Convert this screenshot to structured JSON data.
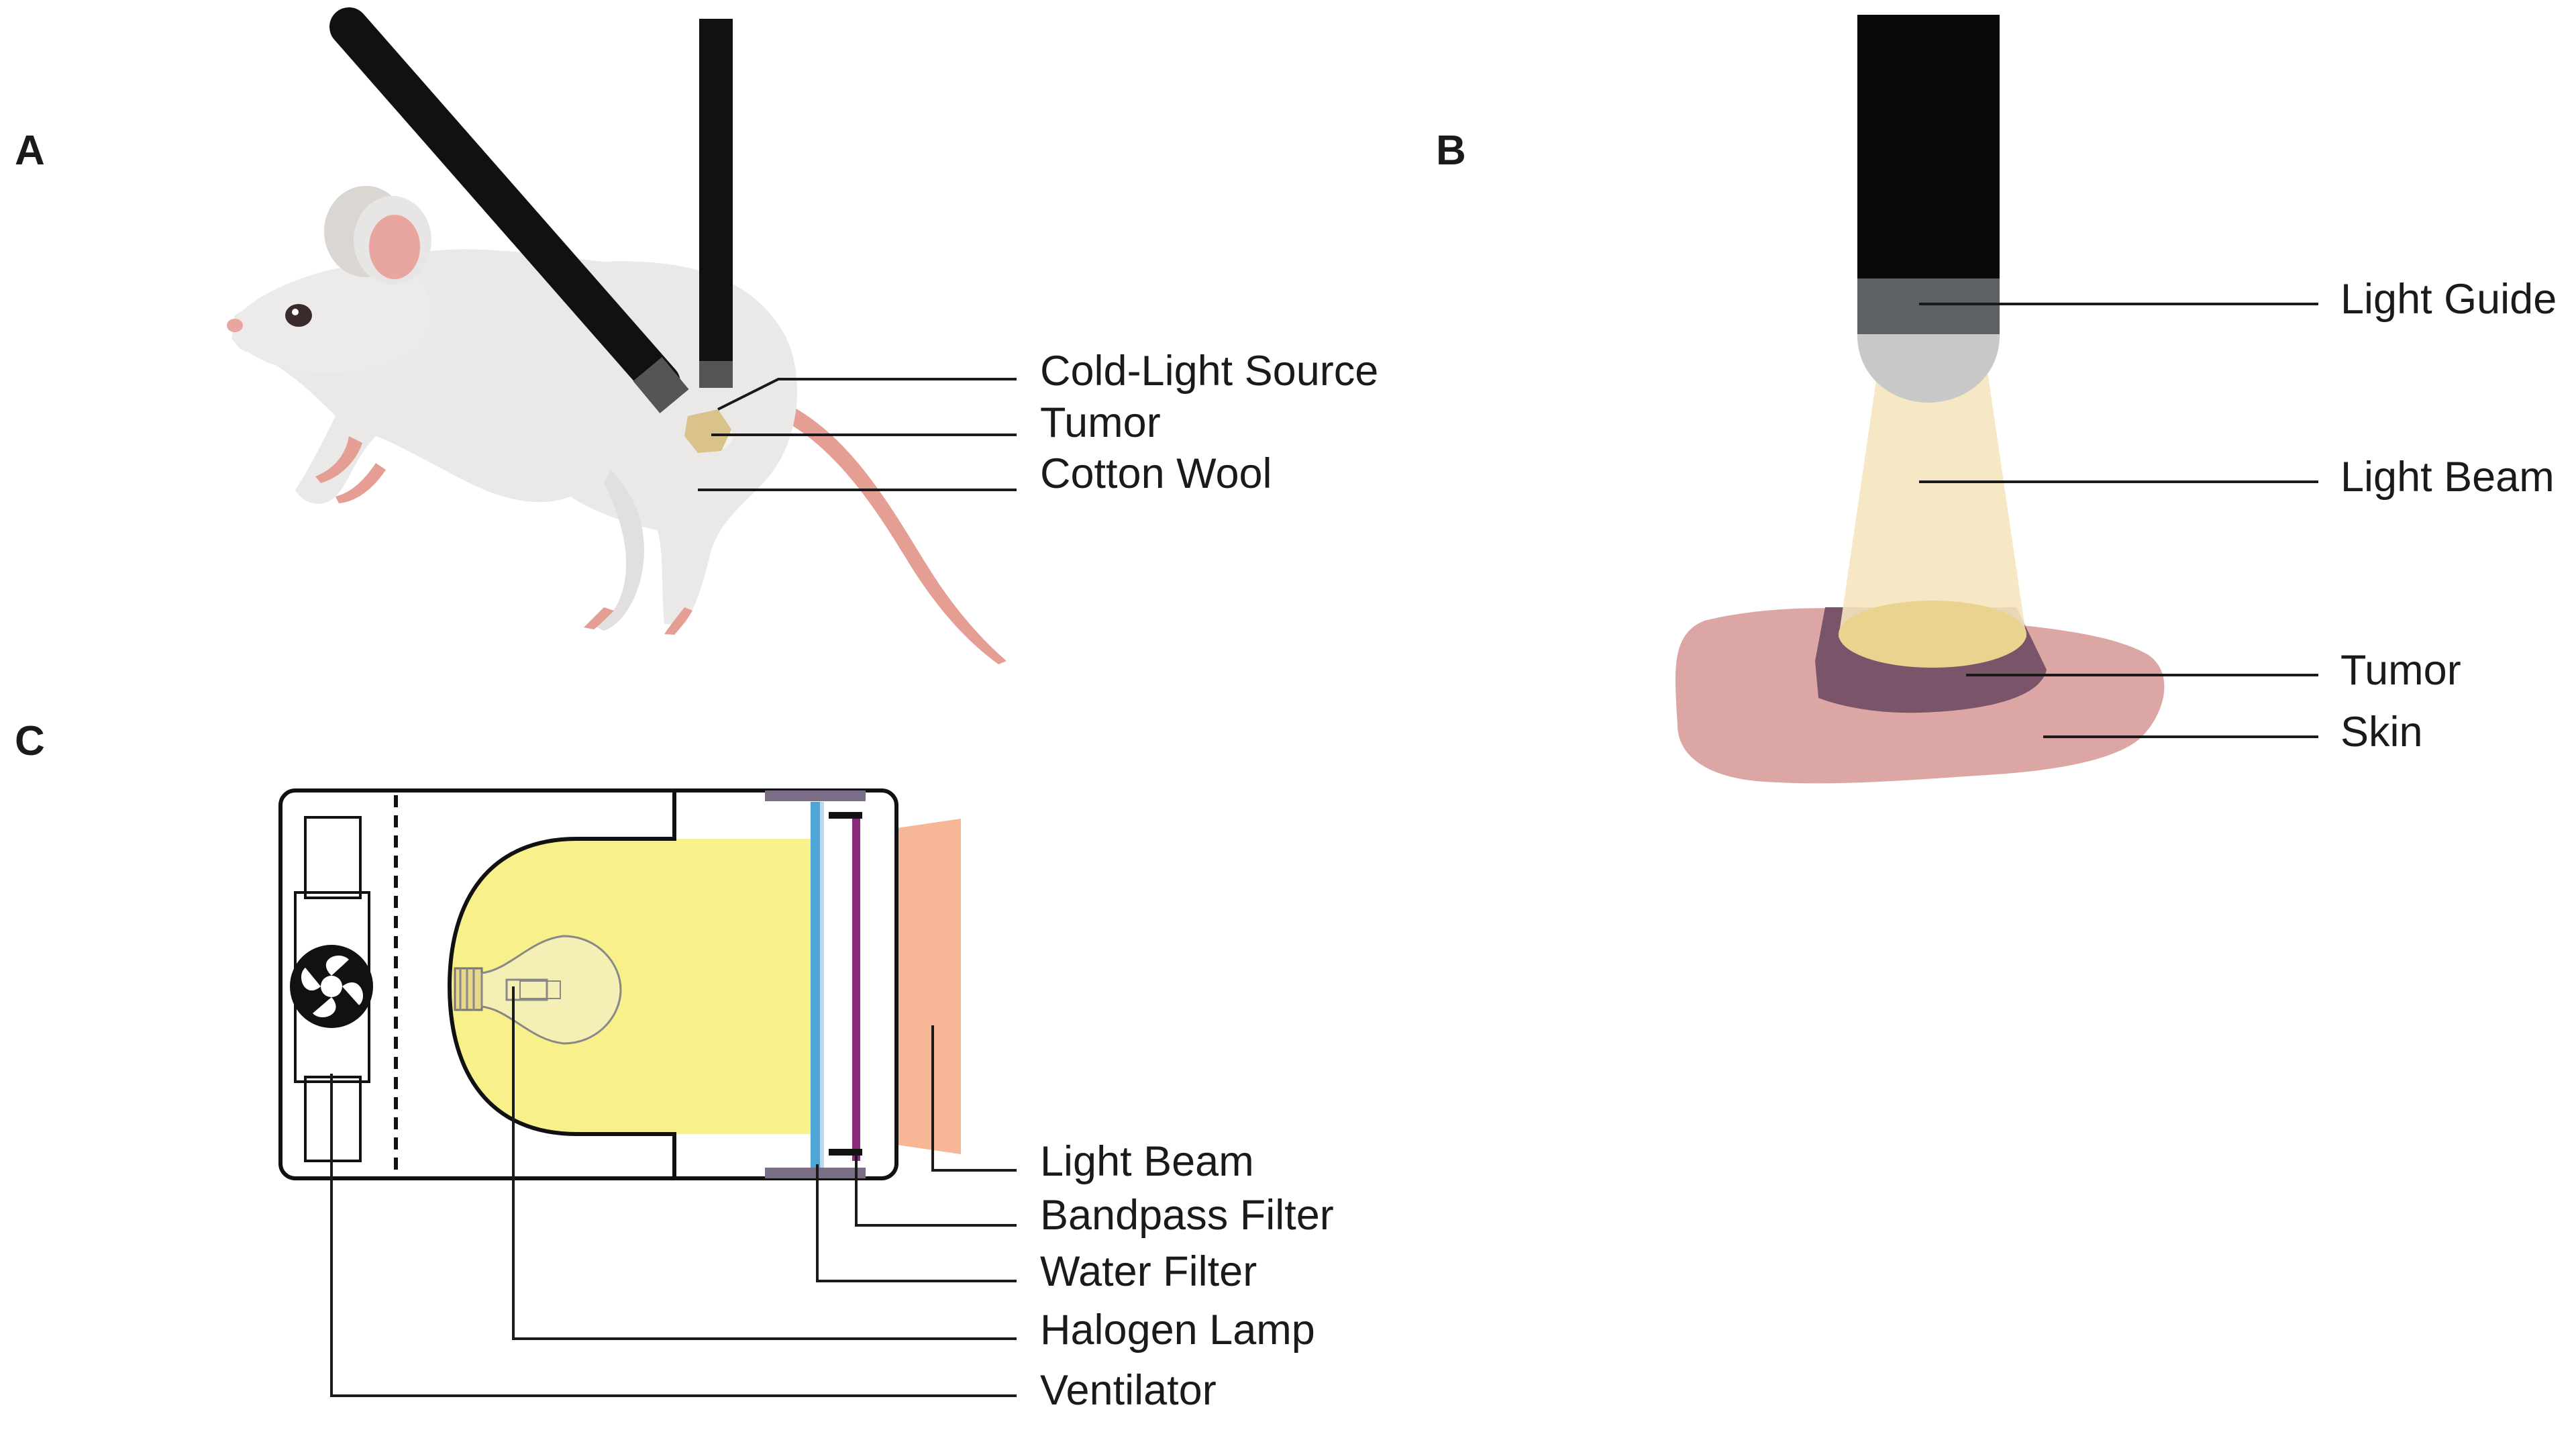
{
  "panels": {
    "a": {
      "letter": "A",
      "labels": {
        "cold_light_source": "Cold-Light Source",
        "tumor": "Tumor",
        "cotton_wool": "Cotton Wool"
      }
    },
    "b": {
      "letter": "B",
      "labels": {
        "light_guide": "Light Guide",
        "light_beam": "Light Beam",
        "tumor": "Tumor",
        "skin": "Skin"
      }
    },
    "c": {
      "letter": "C",
      "labels": {
        "light_beam": "Light Beam",
        "bandpass_filter": "Bandpass Filter",
        "water_filter": "Water Filter",
        "halogen_lamp": "Halogen Lamp",
        "ventilator": "Ventilator"
      }
    }
  },
  "colors": {
    "mouse_body": "#ebe9e8",
    "mouse_ear_inner": "#e9a6a0",
    "mouse_tail": "#e59e94",
    "light_guide": "#111111",
    "lamp_light": "#f8f08a",
    "filtered_beam": "#f7b797",
    "water_filter": "#4ea6d6",
    "bandpass_filter": "#8a2a7a",
    "skin": "#dba6a3",
    "tumor": "#7a5569",
    "beam_b": "#f5e6bf"
  }
}
